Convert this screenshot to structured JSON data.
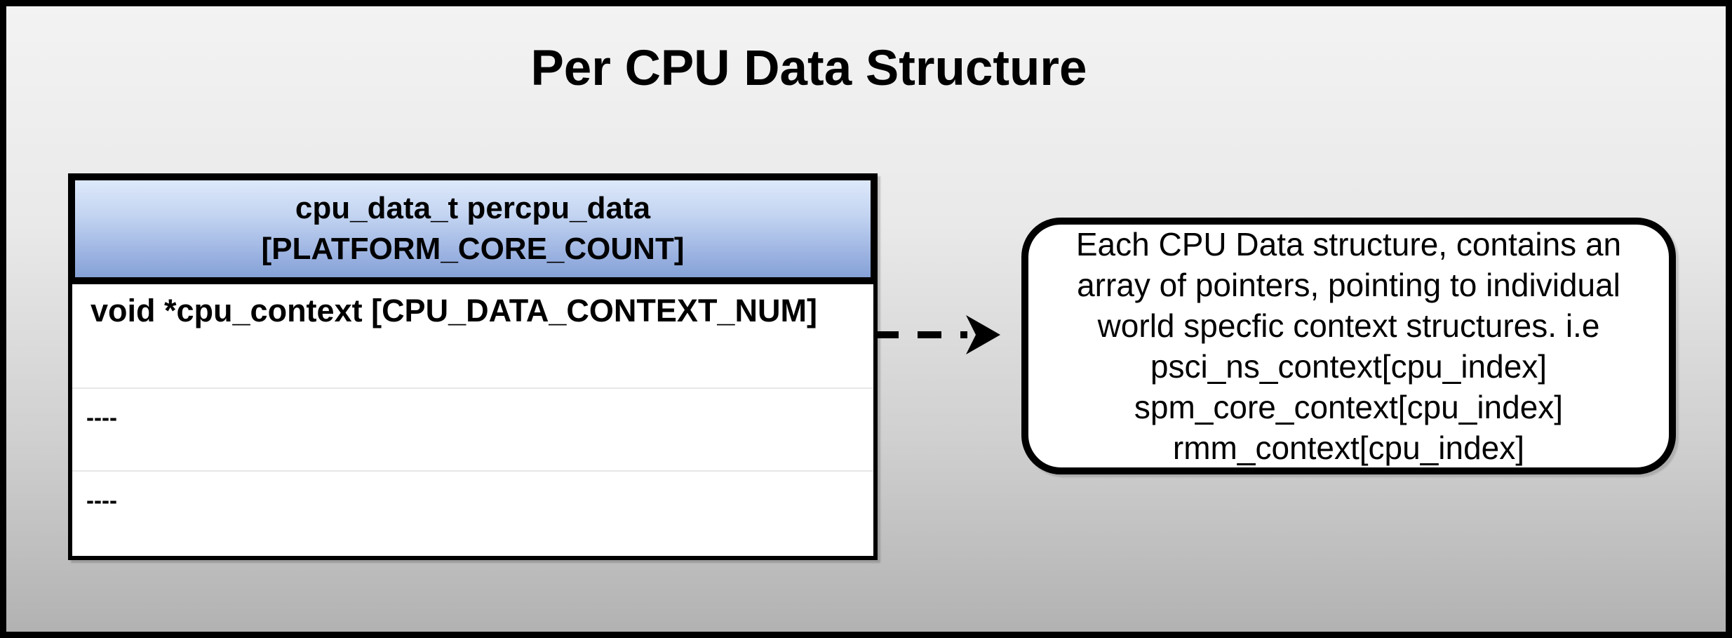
{
  "diagram": {
    "title": "Per CPU Data Structure"
  },
  "cpu_table": {
    "header": {
      "line1": "cpu_data_t percpu_data",
      "line2": "[PLATFORM_CORE_COUNT]"
    },
    "rows": [
      {
        "label": "void *cpu_context [CPU_DATA_CONTEXT_NUM]"
      },
      {
        "label": "----"
      },
      {
        "label": "----"
      }
    ]
  },
  "callout": {
    "lines": [
      "Each CPU Data structure, contains an",
      "array of pointers, pointing to individual",
      "world specfic context structures. i.e",
      "psci_ns_context[cpu_index]",
      "spm_core_context[cpu_index]",
      "rmm_context[cpu_index]"
    ]
  },
  "connector": {
    "type": "dashed-arrow",
    "direction": "right",
    "from": "cpu_context row",
    "to": "callout"
  },
  "colors": {
    "background_top": "#f3f3f3",
    "background_bottom": "#b2b2b2",
    "outer_border": "#000000",
    "header_gradient_top": "#dde8fa",
    "header_gradient_bottom": "#84a1d6",
    "table_body_background": "#ffffff",
    "row_divider": "#e7e7e7",
    "text": "#000000",
    "callout_background": "#ffffff"
  }
}
